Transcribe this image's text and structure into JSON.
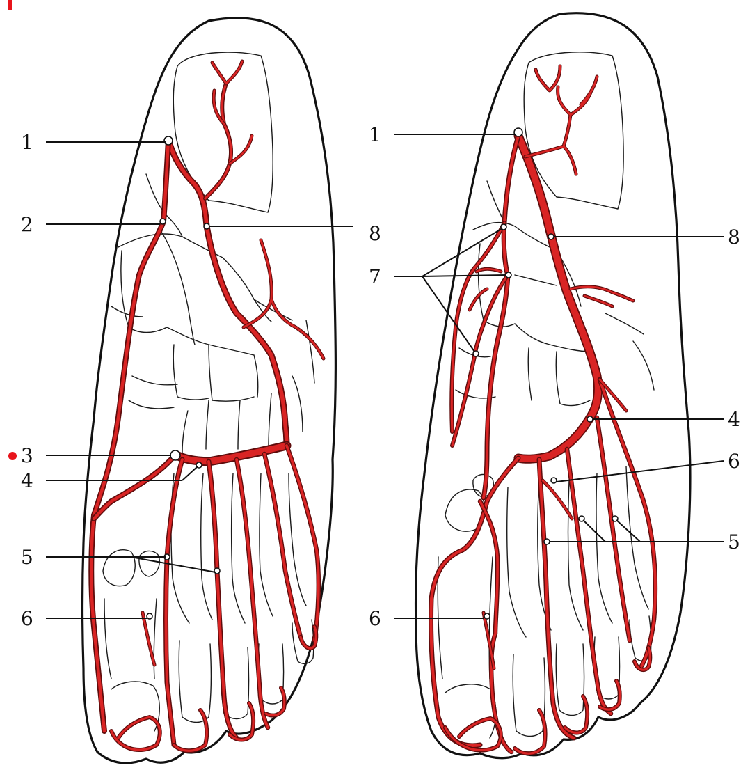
{
  "colors": {
    "artery": "#d92424",
    "outline": "#111111",
    "marker": "#e8141b",
    "background": "#ffffff"
  },
  "left_figure": {
    "labels": [
      {
        "id": "l1",
        "text": "1"
      },
      {
        "id": "l2",
        "text": "2"
      },
      {
        "id": "l3",
        "text": "3"
      },
      {
        "id": "l4",
        "text": "4"
      },
      {
        "id": "l5",
        "text": "5"
      },
      {
        "id": "l6",
        "text": "6"
      },
      {
        "id": "l8",
        "text": "8"
      }
    ]
  },
  "right_figure": {
    "labels": [
      {
        "id": "r1",
        "text": "1"
      },
      {
        "id": "r7",
        "text": "7"
      },
      {
        "id": "r8",
        "text": "8"
      },
      {
        "id": "r4",
        "text": "4"
      },
      {
        "id": "r6a",
        "text": "6"
      },
      {
        "id": "r5",
        "text": "5"
      },
      {
        "id": "r6b",
        "text": "6"
      }
    ]
  },
  "markers": {
    "red_dot_left_of_label": "3"
  }
}
